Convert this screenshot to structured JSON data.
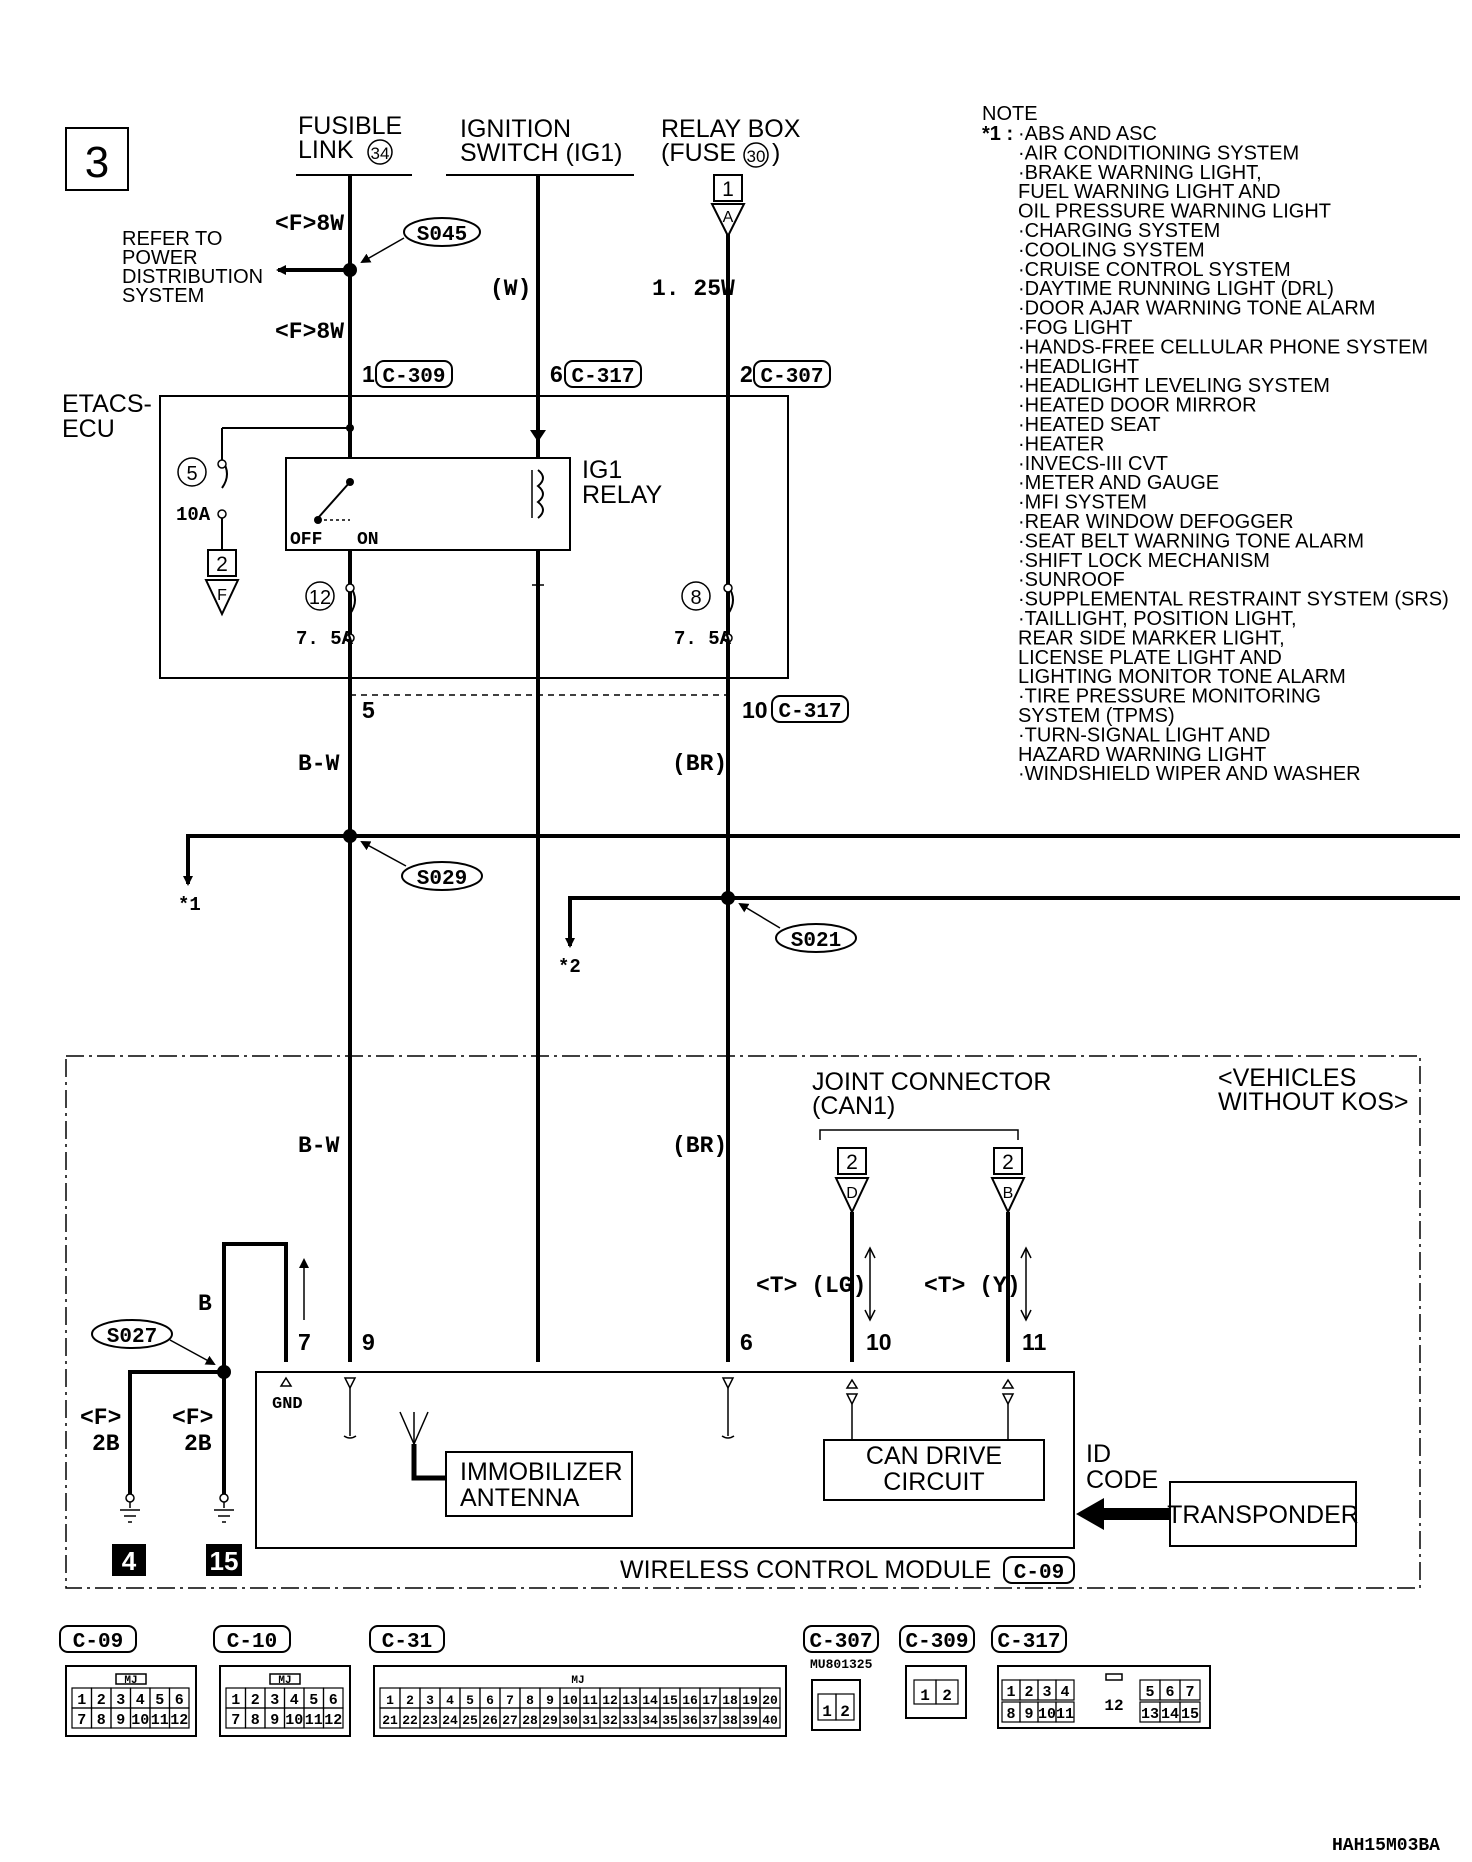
{
  "page_number": "3",
  "sources": {
    "fusible_link": [
      "FUSIBLE",
      "LINK"
    ],
    "fusible_link_num": "34",
    "ignition": [
      "IGNITION",
      "SWITCH (IG1)"
    ],
    "relay_box": [
      "RELAY BOX",
      "(FUSE"
    ],
    "relay_box_fuse": "30",
    "relay_box_close": ")"
  },
  "refer_to": [
    "REFER TO",
    "POWER",
    "DISTRIBUTION",
    "SYSTEM"
  ],
  "splices": {
    "s045": "S045",
    "s029": "S029",
    "s021": "S021",
    "s027": "S027"
  },
  "wires": {
    "f8w_top": "<F>8W",
    "f8w_bot": "<F>8W",
    "w": "(W)",
    "w125": "1. 25W",
    "bw_top": "B-W",
    "br_top": "(BR)",
    "bw_bot": "B-W",
    "br_bot": "(BR)",
    "b": "B",
    "tlg": "<T> (LG)",
    "ty": "<T> (Y)",
    "f2b_left": [
      "<F>",
      "2B"
    ],
    "f2b_right": [
      "<F>",
      "2B"
    ]
  },
  "pins": {
    "c309": "1",
    "c317a": "6",
    "c307": "2",
    "p5": "5",
    "p10": "10",
    "wcm7": "7",
    "wcm9": "9",
    "wcm6": "6",
    "wcm10": "10",
    "wcm11": "11"
  },
  "connectors": {
    "c309": "C-309",
    "c317": "C-317",
    "c307": "C-307",
    "c09": "C-09",
    "c10": "C-10",
    "c31": "C-31"
  },
  "etacs": {
    "label": [
      "ETACS-",
      "ECU"
    ],
    "ig1_relay": [
      "IG1",
      "RELAY"
    ],
    "off": "OFF",
    "on": "ON",
    "fuse5": "5",
    "fuse5_amp": "10A",
    "fuse12": "12",
    "fuse12_amp": "7. 5A",
    "fuse8": "8",
    "fuse8_amp": "7. 5A",
    "flag_f_num": "2",
    "flag_f": "F",
    "relaybox_num": "1",
    "relaybox_letter": "A"
  },
  "branches": {
    "star1": "*1",
    "star2": "*2"
  },
  "module": {
    "joint_connector": [
      "JOINT CONNECTOR",
      "(CAN1)"
    ],
    "vehicles": [
      "<VEHICLES",
      "WITHOUT KOS>"
    ],
    "jc_num_d": "2",
    "jc_d": "D",
    "jc_num_b": "2",
    "jc_b": "B",
    "gnd": "GND",
    "immobilizer": [
      "IMMOBILIZER",
      "ANTENNA"
    ],
    "can_drive": [
      "CAN DRIVE",
      "CIRCUIT"
    ],
    "id_code": [
      "ID",
      "CODE"
    ],
    "transponder": "TRANSPONDER",
    "title": "WIRELESS CONTROL MODULE",
    "title_conn": "C-09",
    "ground_a": "4",
    "ground_b": "15"
  },
  "note": {
    "title": "NOTE",
    "marker": "*1 :",
    "lines": [
      "·ABS AND ASC",
      "·AIR CONDITIONING SYSTEM",
      "·BRAKE WARNING LIGHT,",
      " FUEL WARNING LIGHT AND",
      " OIL PRESSURE WARNING LIGHT",
      "·CHARGING SYSTEM",
      "·COOLING SYSTEM",
      "·CRUISE CONTROL SYSTEM",
      "·DAYTIME RUNNING LIGHT (DRL)",
      "·DOOR AJAR WARNING TONE ALARM",
      "·FOG LIGHT",
      "·HANDS-FREE CELLULAR PHONE SYSTEM",
      "·HEADLIGHT",
      "·HEADLIGHT LEVELING SYSTEM",
      "·HEATED DOOR MIRROR",
      "·HEATED SEAT",
      "·HEATER",
      "·INVECS-III CVT",
      "·METER AND GAUGE",
      "·MFI SYSTEM",
      "·REAR WINDOW DEFOGGER",
      "·SEAT BELT WARNING TONE ALARM",
      "·SHIFT LOCK MECHANISM",
      "·SUNROOF",
      "·SUPPLEMENTAL RESTRAINT SYSTEM (SRS)",
      "·TAILLIGHT, POSITION LIGHT,",
      " REAR SIDE MARKER LIGHT,",
      " LICENSE PLATE LIGHT AND",
      " LIGHTING MONITOR TONE ALARM",
      "·TIRE PRESSURE MONITORING",
      " SYSTEM (TPMS)",
      "·TURN-SIGNAL LIGHT AND",
      " HAZARD WARNING LIGHT",
      "·WINDSHIELD WIPER AND WASHER"
    ]
  },
  "legend": {
    "c09": {
      "name": "C-09",
      "tag": "MJ",
      "row1": [
        "1",
        "2",
        "3",
        "4",
        "5",
        "6"
      ],
      "row2": [
        "7",
        "8",
        "9",
        "10",
        "11",
        "12"
      ]
    },
    "c10": {
      "name": "C-10",
      "tag": "MJ",
      "row1": [
        "1",
        "2",
        "3",
        "4",
        "5",
        "6"
      ],
      "row2": [
        "7",
        "8",
        "9",
        "10",
        "11",
        "12"
      ]
    },
    "c31": {
      "name": "C-31",
      "tag": "MJ",
      "row1": [
        "1",
        "2",
        "3",
        "4",
        "5",
        "6",
        "7",
        "8",
        "9",
        "10",
        "11",
        "12",
        "13",
        "14",
        "15",
        "16",
        "17",
        "18",
        "19",
        "20"
      ],
      "row2": [
        "21",
        "22",
        "23",
        "24",
        "25",
        "26",
        "27",
        "28",
        "29",
        "30",
        "31",
        "32",
        "33",
        "34",
        "35",
        "36",
        "37",
        "38",
        "39",
        "40"
      ]
    },
    "c307": {
      "name": "C-307",
      "tag": "MU801325",
      "row1": [
        "1",
        "2"
      ]
    },
    "c309": {
      "name": "C-309",
      "row1": [
        "1",
        "2"
      ]
    },
    "c317": {
      "name": "C-317",
      "row1a": [
        "1",
        "2",
        "3",
        "4"
      ],
      "row1b": [
        "5",
        "6",
        "7"
      ],
      "row2a": [
        "8",
        "9",
        "10",
        "11"
      ],
      "row2b": [
        "13",
        "14",
        "15"
      ],
      "mid": "12"
    }
  },
  "code": "HAH15M03BA"
}
